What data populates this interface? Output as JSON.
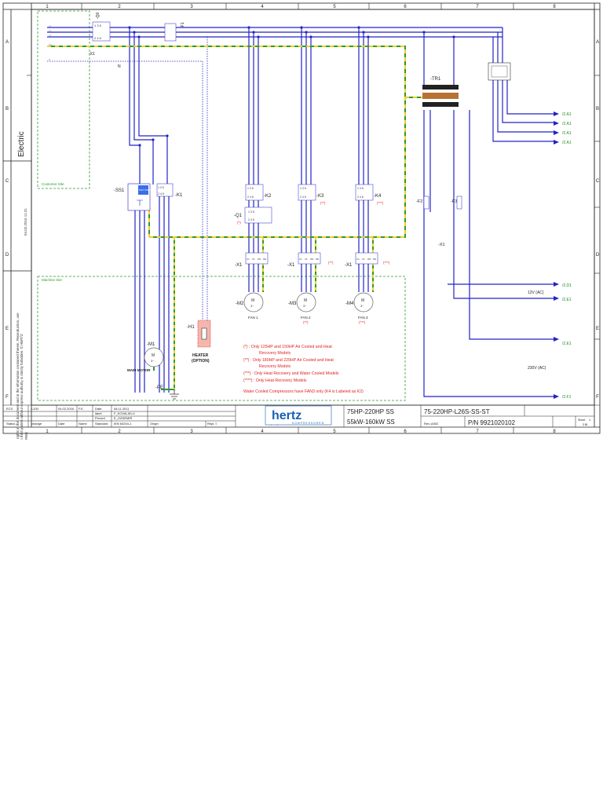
{
  "colors": {
    "wire": "#2323c8",
    "earth_green": "#2f9a2f",
    "earth_yellow": "#e8d12a",
    "note_red": "#e01f1f",
    "ref_green": "#1f8a1f",
    "frame": "#222222",
    "logo_blue": "#1a5fb4",
    "heater_fill": "#f4b6ad"
  },
  "icons": {
    "motor": "circle-motor-icon",
    "transformer": "transformer-coil-icon",
    "ground": "ground-symbol-icon",
    "fuse": "fuse-icon",
    "contact": "contactor-icon"
  },
  "frame": {
    "columns": [
      "1",
      "2",
      "3",
      "4",
      "5",
      "6",
      "7",
      "8"
    ],
    "rows": [
      "A",
      "B",
      "C",
      "D",
      "E",
      "F"
    ],
    "left_title": "Electric",
    "date_stamp": "04.02.2016 11:31",
    "copyright": "We reserve all rights in this document and in the information contained therein. Reproduction, use or disclosure to third parties without express authority is strictly forbidden. © HERTZ KOMPRESSOREN"
  },
  "zones": {
    "customer_site": "Customer Site",
    "machine_site": "Machine Site"
  },
  "components": {
    "main_switch": "-Q0",
    "fuse_f1": "-F1",
    "x1_top": "-X1",
    "n_label": "N",
    "soft_starter": "-SS1",
    "soft_starter_text": "SOFT STARTER",
    "k1": "-K1",
    "k2": "-K2",
    "k3": "-K3",
    "k4": "-K4",
    "k3_mark": "(**)",
    "k4_mark": "(***)",
    "q1": "-Q1",
    "q1_mark": "(*)",
    "x1": "-X1",
    "m1": "-M1",
    "m1_name": "MAIN MOTOR",
    "m2": "-M2",
    "m3": "-M3",
    "m4": "-M4",
    "fan1": "FAN 1",
    "fan2": "FAN 2",
    "fan3": "FAN 3",
    "fan2_mark": "(**)",
    "fan3_mark": "(***)",
    "x1_fan2_mark": "(**)",
    "x1_fan3_mark": "(***)",
    "h1": "-H1",
    "heater": "HEATER",
    "heater_opt": "(OPTION)",
    "pe": "-PE",
    "tr1": "-TR1",
    "f2": "-F2",
    "f3": "-F3",
    "x1_right": "-X1",
    "terminal_uvw": [
      "U1",
      "V1",
      "W1",
      "PE"
    ],
    "motor_m": "M",
    "motor_phase": "3~"
  },
  "voltages": {
    "v12": "12V (AC)",
    "v230": "230V (AC)"
  },
  "refs": {
    "r1": "/2.A1",
    "r2": "/2.A1",
    "r3": "/2.A1",
    "r4": "/2.A1",
    "r5": "/2.D1",
    "r6": "/2.E1",
    "r7": "/2.E1",
    "r8": "/2.F1"
  },
  "notes": {
    "n1": "(*)      : Only 125HP and 150HP Air Cooled and Heat",
    "n1b": "Recovery Models",
    "n2": "(**)     : Only 180HP and 220HP Air Cooled and Heat",
    "n2b": "Recovery Models",
    "n3": "(***)   : Only Heat Recovery and Water Cooled Models",
    "n4": "(****)  : Only Heat Recovery Models",
    "n5": "Water Cooled Compressors have FAN3 only (K4 is Labeled as K2)"
  },
  "title_block": {
    "logo": "hertz",
    "logo_sub": "KOMPRESSOREN",
    "title1": "75HP-220HP SS",
    "title2": "55kW-160kW SS",
    "drawing_no": "75-220HP-L26S-SS-ST",
    "pn": "P/N  9921020102",
    "rev": "Rev.:A002",
    "sheet_label": "Sheet",
    "sheet_no": "1",
    "sheet_total": "3 Bl.",
    "cells": {
      "ecs": "ECS",
      "l200": "L200",
      "date_change": "04.02.2016",
      "fk": "F.K.",
      "date_lbl": "Date",
      "date_val": "08.11.2011",
      "label_lbl": "label",
      "label_val": "F_KOVALIKLU",
      "proved_lbl": "Proved",
      "proved_val": "E_OZDEMIR",
      "standard_lbl": "Standard",
      "standard_val": "IEN 60204-1",
      "status": "Status",
      "change": "change",
      "date2": "Date",
      "name": "Name",
      "origin": "Origin",
      "repl": "Repl. f.",
      "repl_by": "Repl. by"
    }
  }
}
